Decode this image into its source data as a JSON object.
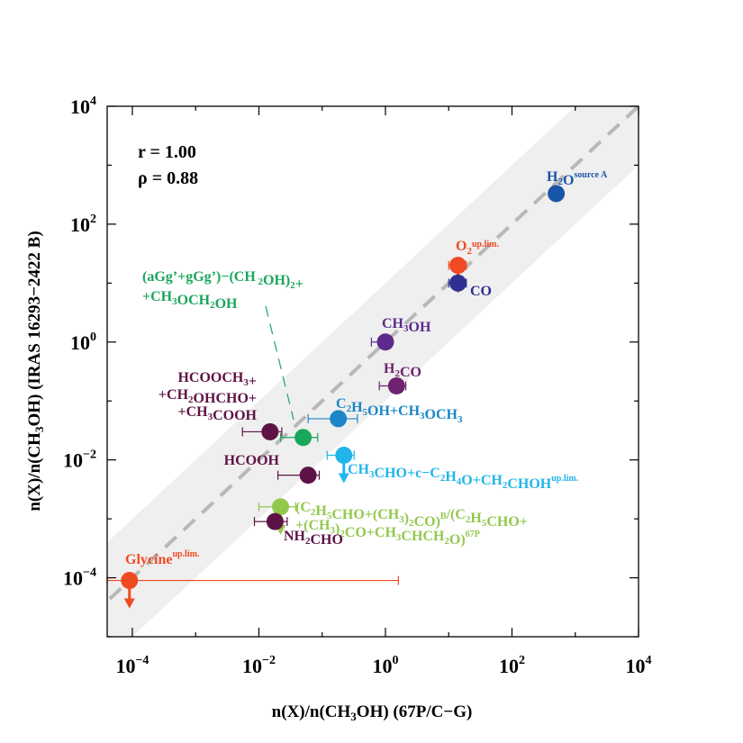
{
  "chart_data": {
    "type": "scatter",
    "xlabel": "n(X)/n(CH3OH) (67P/C−G)",
    "ylabel": "n(X)/n(CH3OH) (IRAS 16293−2422 B)",
    "xscale": "log",
    "yscale": "log",
    "xlim": [
      4e-05,
      10000
    ],
    "ylim": [
      1e-05,
      10000
    ],
    "x_ticks": [
      0.0001,
      0.01,
      1,
      100,
      10000
    ],
    "y_ticks": [
      0.0001,
      0.01,
      1,
      100,
      10000
    ],
    "x_tick_labels": [
      {
        "base": "10",
        "exp": "−4"
      },
      {
        "base": "10",
        "exp": "−2"
      },
      {
        "base": "10",
        "exp": "0"
      },
      {
        "base": "10",
        "exp": "2"
      },
      {
        "base": "10",
        "exp": "4"
      }
    ],
    "y_tick_labels": [
      {
        "base": "10",
        "exp": "−4"
      },
      {
        "base": "10",
        "exp": "−2"
      },
      {
        "base": "10",
        "exp": "0"
      },
      {
        "base": "10",
        "exp": "2"
      },
      {
        "base": "10",
        "exp": "4"
      }
    ],
    "stats": {
      "r": "r = 1.00",
      "rho": "ρ = 0.88"
    },
    "reference_line": {
      "type": "y=x",
      "style": "dashed",
      "color": "#b8b8b8"
    },
    "band": {
      "factor": 10,
      "color": "#efefef"
    },
    "points": [
      {
        "id": "h2o",
        "x": 500,
        "y": 330,
        "xerr": [
          430,
          580
        ],
        "color": "#1a56a8",
        "upper_limit": false,
        "label": [
          {
            "t": "H"
          },
          {
            "t": "2",
            "s": "sub"
          },
          {
            "t": "O"
          },
          {
            "t": "source A",
            "s": "sup"
          }
        ]
      },
      {
        "id": "o2",
        "x": 14,
        "y": 20,
        "xerr": [
          10,
          19
        ],
        "color": "#f04a23",
        "upper_limit": true,
        "label": [
          {
            "t": "O"
          },
          {
            "t": "2",
            "s": "sub"
          },
          {
            "t": "up.lim.",
            "s": "sup"
          }
        ]
      },
      {
        "id": "co",
        "x": 14,
        "y": 10,
        "xerr": [
          10,
          19
        ],
        "color": "#2e3191",
        "upper_limit": false,
        "label": [
          {
            "t": "CO"
          }
        ]
      },
      {
        "id": "ch3oh",
        "x": 1.0,
        "y": 1.0,
        "xerr": [
          0.6,
          1.0
        ],
        "color": "#5b2a8c",
        "upper_limit": false,
        "label": [
          {
            "t": "CH"
          },
          {
            "t": "3",
            "s": "sub"
          },
          {
            "t": "OH"
          }
        ]
      },
      {
        "id": "h2co",
        "x": 1.5,
        "y": 0.18,
        "xerr": [
          0.8,
          2.1
        ],
        "color": "#6e2270",
        "upper_limit": false,
        "label": [
          {
            "t": "H"
          },
          {
            "t": "2",
            "s": "sub"
          },
          {
            "t": "CO"
          }
        ]
      },
      {
        "id": "c2h5oh",
        "x": 0.18,
        "y": 0.05,
        "xerr": [
          0.06,
          0.36
        ],
        "color": "#1a87c8",
        "upper_limit": false,
        "label": [
          {
            "t": "C"
          },
          {
            "t": "2",
            "s": "sub"
          },
          {
            "t": "H"
          },
          {
            "t": "5",
            "s": "sub"
          },
          {
            "t": "OH+CH"
          },
          {
            "t": "3",
            "s": "sub"
          },
          {
            "t": "OCH"
          },
          {
            "t": "3",
            "s": "sub"
          }
        ]
      },
      {
        "id": "ch3cho",
        "x": 0.22,
        "y": 0.012,
        "xerr": [
          0.12,
          0.32
        ],
        "color": "#22b5ec",
        "upper_limit": true,
        "label": [
          {
            "t": "CH"
          },
          {
            "t": "3",
            "s": "sub"
          },
          {
            "t": "CHO+c−C"
          },
          {
            "t": "2",
            "s": "sub"
          },
          {
            "t": "H"
          },
          {
            "t": "4",
            "s": "sub"
          },
          {
            "t": "O+CH"
          },
          {
            "t": "2",
            "s": "sub"
          },
          {
            "t": "CHOH"
          },
          {
            "t": "up.lim.",
            "s": "sup"
          }
        ]
      },
      {
        "id": "glycol",
        "x": 0.05,
        "y": 0.024,
        "xerr": [
          0.022,
          0.085
        ],
        "color": "#1aa65b",
        "upper_limit": false,
        "label_lines": [
          [
            {
              "t": "(aGg’+gGg’)−(CH"
            },
            {
              "t": " 2",
              "s": "sub"
            },
            {
              "t": "OH)"
            },
            {
              "t": "2",
              "s": "sub"
            },
            {
              "t": "+"
            }
          ],
          [
            {
              "t": "+CH"
            },
            {
              "t": "3",
              "s": "sub"
            },
            {
              "t": "OCH"
            },
            {
              "t": "2",
              "s": "sub"
            },
            {
              "t": "OH"
            }
          ]
        ]
      },
      {
        "id": "hcooch3",
        "x": 0.015,
        "y": 0.03,
        "xerr": [
          0.0055,
          0.023
        ],
        "color": "#5e1346",
        "upper_limit": false,
        "label_lines": [
          [
            {
              "t": "HCOOCH"
            },
            {
              "t": "3",
              "s": "sub"
            },
            {
              "t": "+"
            }
          ],
          [
            {
              "t": "+CH"
            },
            {
              "t": "2",
              "s": "sub"
            },
            {
              "t": "OHCHO+"
            }
          ],
          [
            {
              "t": "+CH"
            },
            {
              "t": "3",
              "s": "sub"
            },
            {
              "t": "COOH"
            }
          ]
        ]
      },
      {
        "id": "hcooh",
        "x": 0.06,
        "y": 0.0055,
        "xerr": [
          0.02,
          0.09
        ],
        "color": "#5e1346",
        "upper_limit": false,
        "label": [
          {
            "t": "HCOOH"
          }
        ]
      },
      {
        "id": "propanal",
        "x": 0.022,
        "y": 0.0016,
        "xerr": [
          0.01,
          0.038
        ],
        "color": "#93c84f",
        "upper_limit": true,
        "label_lines": [
          [
            {
              "t": "(C"
            },
            {
              "t": "2",
              "s": "sub"
            },
            {
              "t": "H"
            },
            {
              "t": "5",
              "s": "sub"
            },
            {
              "t": "CHO+(CH"
            },
            {
              "t": "3",
              "s": "sub"
            },
            {
              "t": ")"
            },
            {
              "t": "2",
              "s": "sub"
            },
            {
              "t": "CO)"
            },
            {
              "t": "B",
              "s": "sup"
            },
            {
              "t": "/(C"
            },
            {
              "t": "2",
              "s": "sub"
            },
            {
              "t": "H"
            },
            {
              "t": "5",
              "s": "sub"
            },
            {
              "t": "CHO+"
            }
          ],
          [
            {
              "t": "+(CH"
            },
            {
              "t": "3",
              "s": "sub"
            },
            {
              "t": ")"
            },
            {
              "t": "2",
              "s": "sub"
            },
            {
              "t": "CO+CH"
            },
            {
              "t": "3",
              "s": "sub"
            },
            {
              "t": "CHCH"
            },
            {
              "t": "2",
              "s": "sub"
            },
            {
              "t": "O)"
            },
            {
              "t": "67P",
              "s": "sup"
            }
          ]
        ]
      },
      {
        "id": "nh2cho",
        "x": 0.018,
        "y": 0.0009,
        "xerr": [
          0.0085,
          0.028
        ],
        "color": "#5e1346",
        "upper_limit": false,
        "label": [
          {
            "t": "NH"
          },
          {
            "t": "2",
            "s": "sub"
          },
          {
            "t": "CHO"
          }
        ]
      },
      {
        "id": "glycine",
        "x": 9e-05,
        "y": 9e-05,
        "xerr": [
          4e-05,
          1.6
        ],
        "color": "#f04a23",
        "upper_limit": true,
        "label": [
          {
            "t": "Glycine"
          },
          {
            "t": "up.lim.",
            "s": "sup"
          }
        ]
      }
    ]
  }
}
